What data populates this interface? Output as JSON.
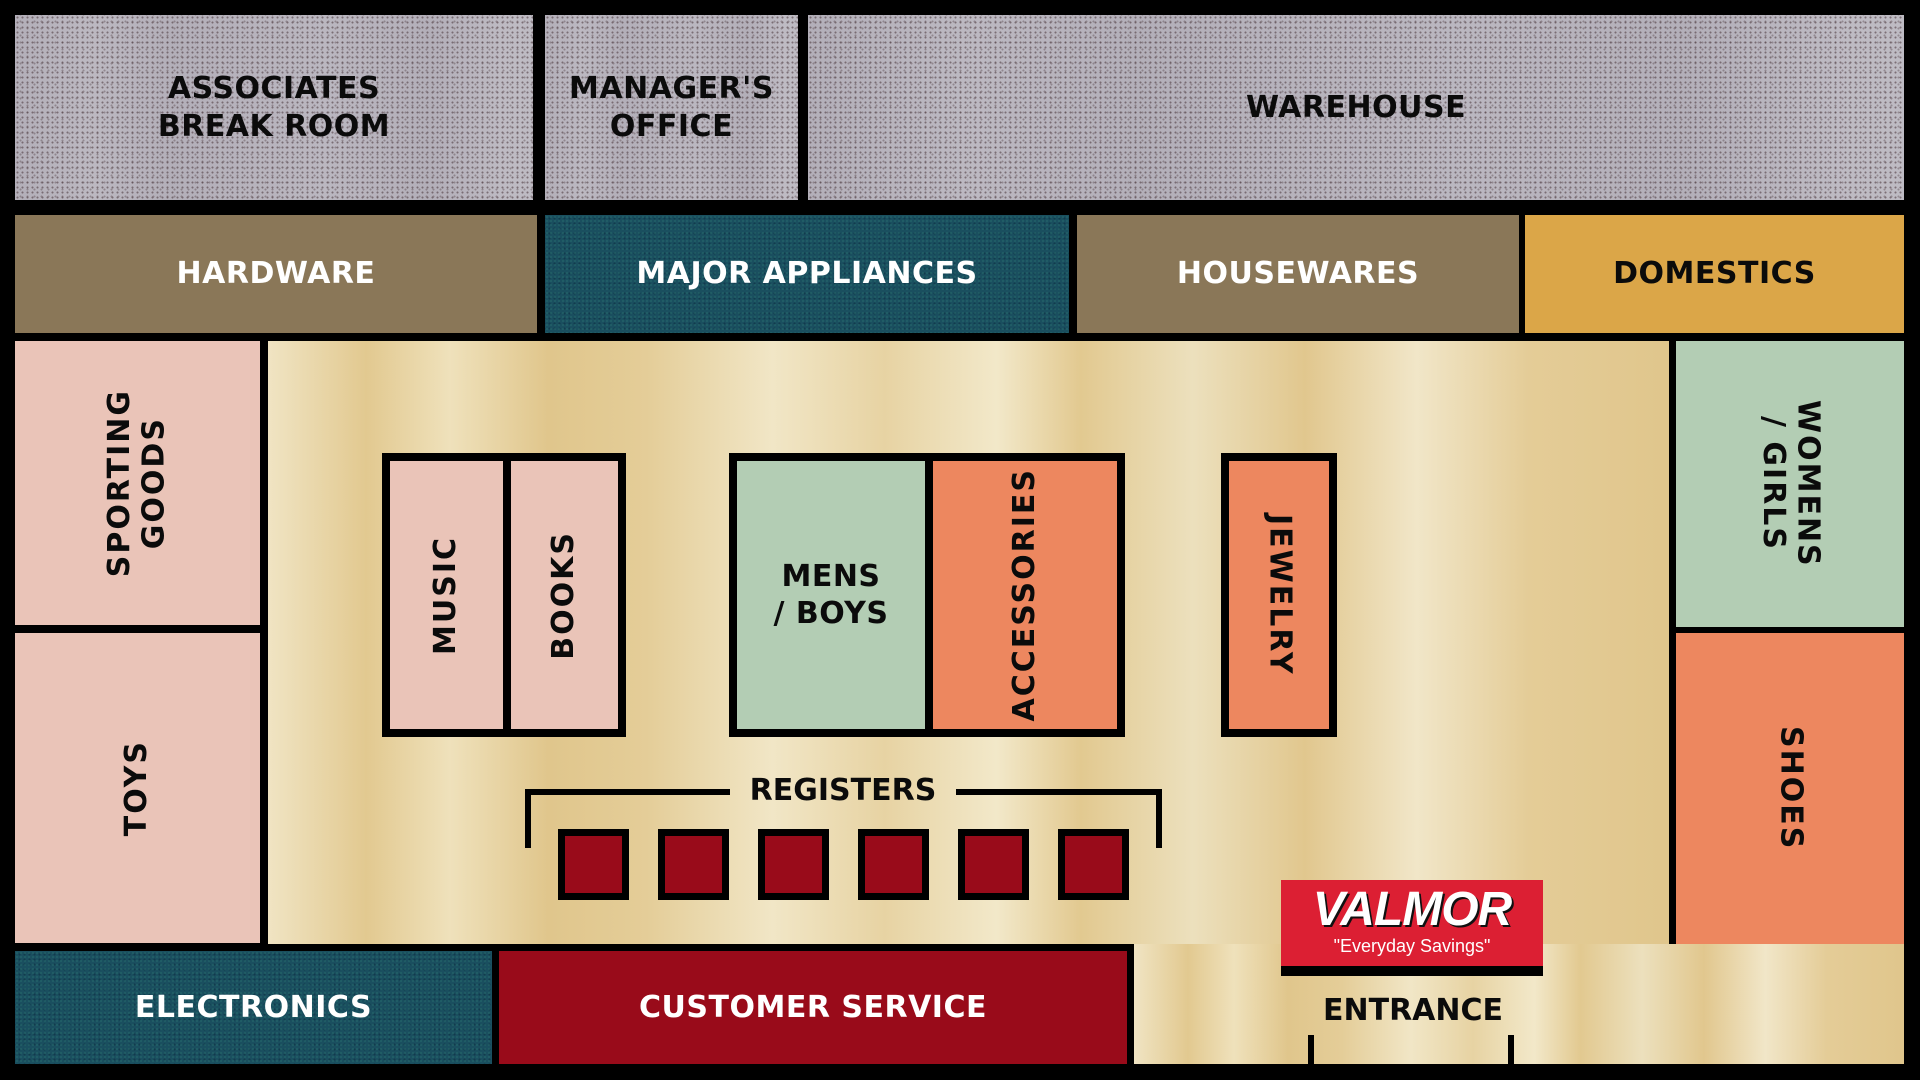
{
  "map_title": "Store Floor Plan",
  "colors": {
    "wall": "#000000",
    "back_rooms": "#b3afb9",
    "hardware": "#8a7758",
    "teal": "#1a4f5f",
    "domestics": "#dba648",
    "pink": "#eac4b8",
    "green": "#b3cdb4",
    "orange": "#ed875f",
    "red": "#990b1a",
    "logo_red": "#dc1f33"
  },
  "back_rooms": {
    "break_room": "ASSOCIATES BREAK ROOM",
    "break_room_line1": "ASSOCIATES",
    "break_room_line2": "BREAK ROOM",
    "manager_line1": "MANAGER'S",
    "manager_line2": "OFFICE",
    "warehouse": "WAREHOUSE"
  },
  "departments": {
    "hardware": "HARDWARE",
    "major_appliances": "MAJOR APPLIANCES",
    "housewares": "HOUSEWARES",
    "domestics": "DOMESTICS",
    "sporting_line1": "SPORTING",
    "sporting_line2": "GOODS",
    "toys": "TOYS",
    "music": "MUSIC",
    "books": "BOOKS",
    "mens_line1": "MENS",
    "mens_line2": "/ BOYS",
    "accessories": "ACCESSORIES",
    "jewelry": "JEWELRY",
    "womens_line1": "WOMENS",
    "womens_line2": "/ GIRLS",
    "shoes": "SHOES",
    "electronics": "ELECTRONICS",
    "customer_service": "CUSTOMER SERVICE"
  },
  "registers": {
    "label": "REGISTERS",
    "count": 6
  },
  "logo": {
    "name": "VALMOR",
    "tagline": "\"Everyday Savings\""
  },
  "entrance": {
    "label": "ENTRANCE"
  }
}
